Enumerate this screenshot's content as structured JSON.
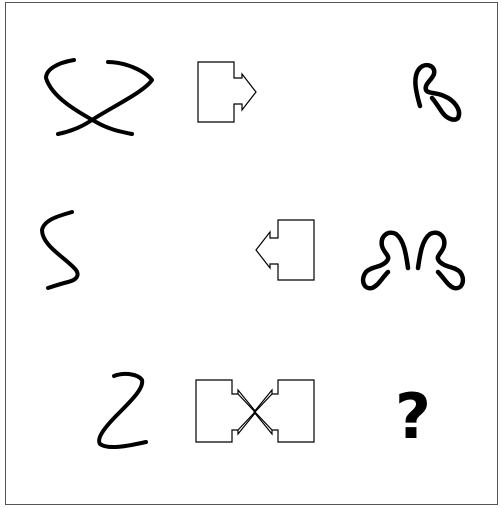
{
  "puzzle": {
    "question_mark": "?",
    "cells": [
      {
        "row": 1,
        "col": 1,
        "figure": "crossed-hook-figure"
      },
      {
        "row": 1,
        "col": 2,
        "figure": "box-with-right-arrow"
      },
      {
        "row": 1,
        "col": 3,
        "figure": "squiggle-figure"
      },
      {
        "row": 2,
        "col": 1,
        "figure": "s-curve-figure"
      },
      {
        "row": 2,
        "col": 2,
        "figure": "box-with-left-arrow"
      },
      {
        "row": 2,
        "col": 3,
        "figure": "mirrored-squiggle-figure"
      },
      {
        "row": 3,
        "col": 1,
        "figure": "z-curve-figure"
      },
      {
        "row": 3,
        "col": 2,
        "figure": "two-boxes-crossing-arrows"
      },
      {
        "row": 3,
        "col": 3,
        "figure": "question-mark"
      }
    ],
    "colors": {
      "border": "#555555",
      "stroke": "#000000",
      "background": "#ffffff"
    }
  }
}
